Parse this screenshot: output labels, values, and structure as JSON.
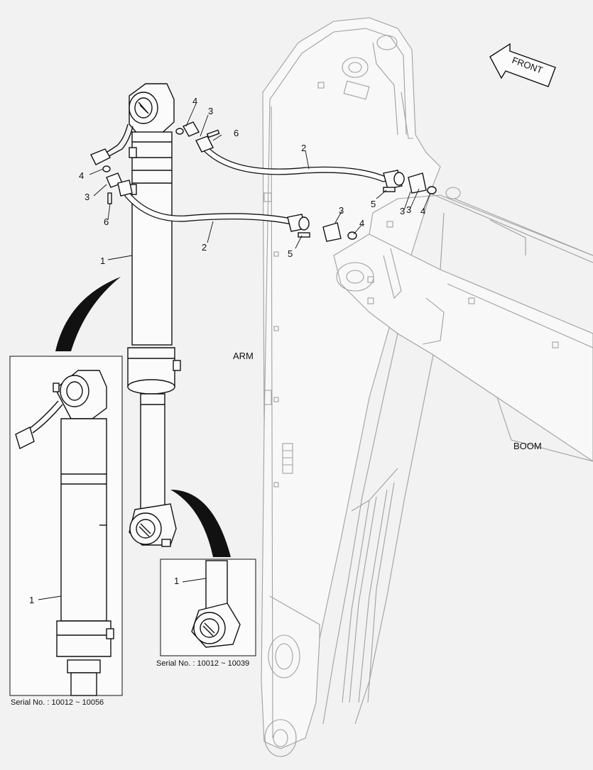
{
  "direction_label": "FRONT",
  "region_labels": {
    "arm": "ARM",
    "boom": "BOOM"
  },
  "callouts": {
    "c1_main": "1",
    "c1_left": "1",
    "c1_right": "1",
    "c2_upper": "2",
    "c2_lower": "2",
    "c3_a": "3",
    "c3_b": "3",
    "c3_c": "3",
    "c3_d": "3",
    "c3_e": "3",
    "c4_a": "4",
    "c4_b": "4",
    "c4_c": "4",
    "c4_d": "4",
    "c5_a": "5",
    "c5_b": "5",
    "c6_a": "6",
    "c6_b": "6"
  },
  "detail_captions": {
    "left": "Serial No. : 10012 ~ 10056",
    "right": "Serial No. : 10012 ~ 10039"
  }
}
